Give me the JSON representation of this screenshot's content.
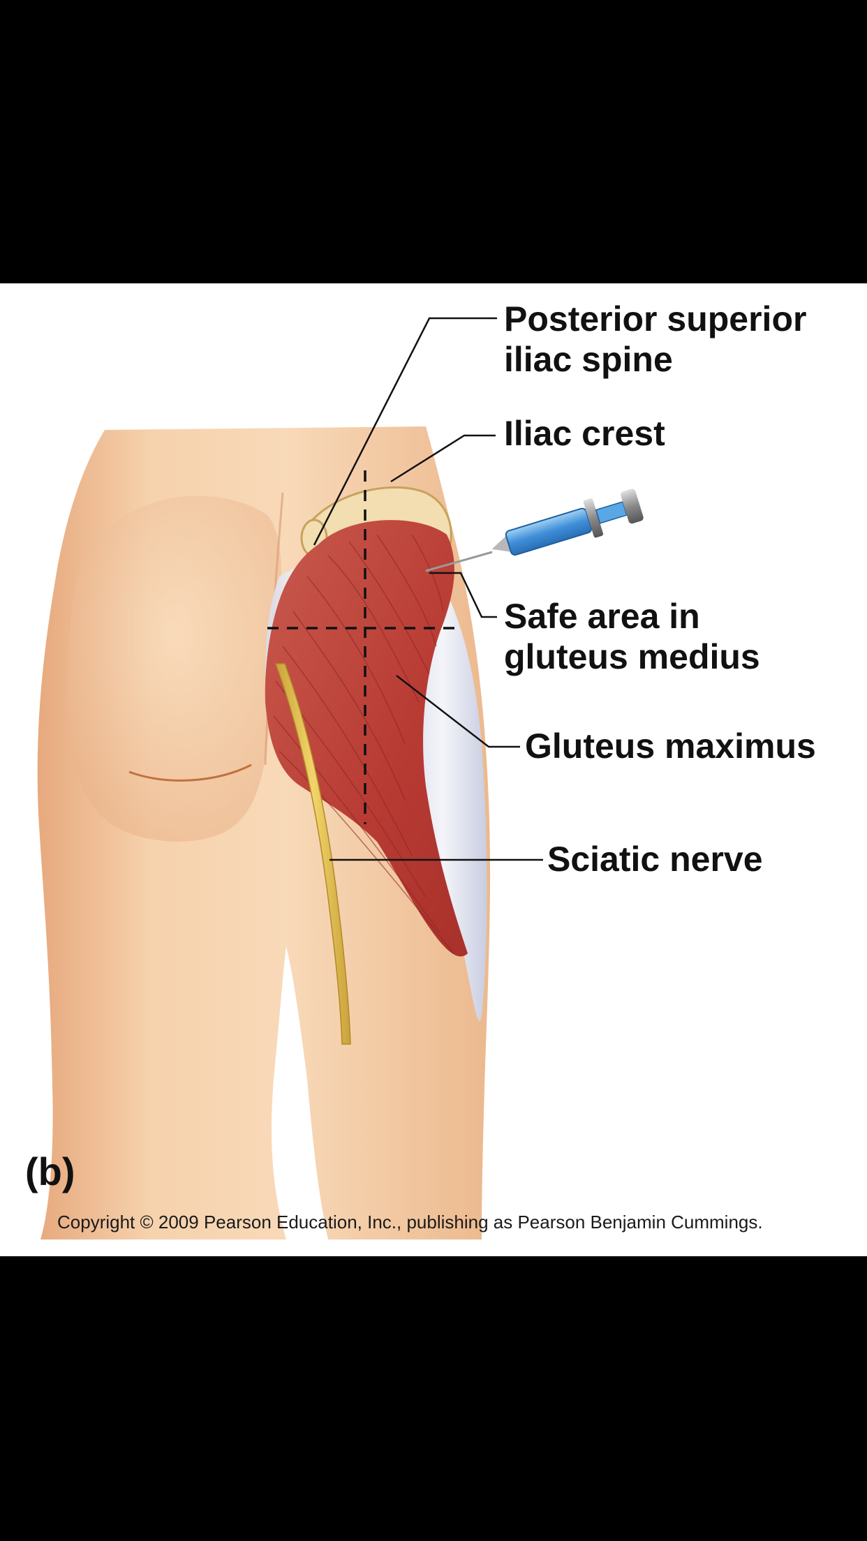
{
  "labels": {
    "posterior_superior_iliac_spine_line1": "Posterior superior",
    "posterior_superior_iliac_spine_line2": "iliac spine",
    "iliac_crest": "Iliac crest",
    "safe_area_line1": "Safe area in",
    "safe_area_line2": "gluteus medius",
    "gluteus_maximus": "Gluteus maximus",
    "sciatic_nerve": "Sciatic nerve"
  },
  "panel_letter": "(b)",
  "copyright": "Copyright © 2009 Pearson Education, Inc., publishing as Pearson Benjamin Cummings.",
  "colors": {
    "background": "#000000",
    "figure_background": "#ffffff",
    "skin": "#f3c9a0",
    "muscle": "#c0453c",
    "fascia": "#e6e8f2",
    "nerve": "#e8c24a",
    "syringe": "#4b9be0",
    "leader_line": "#111111"
  }
}
